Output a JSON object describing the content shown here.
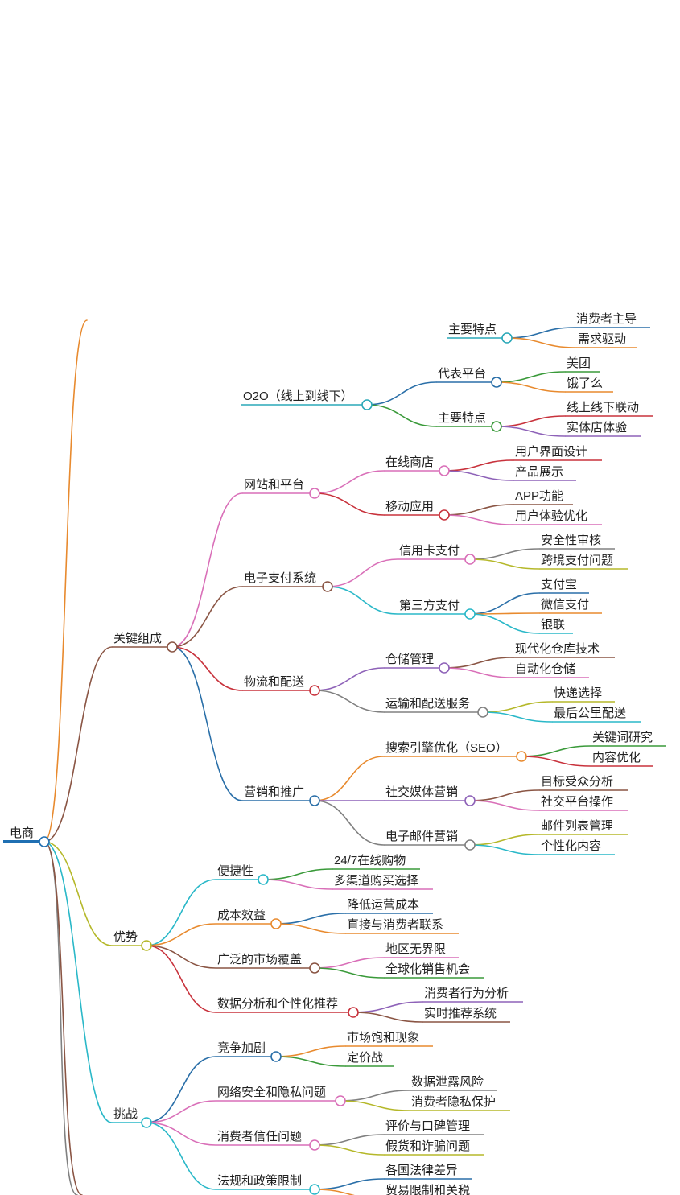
{
  "mindmap": {
    "root": {
      "id": "n_root",
      "label": "电商",
      "color": "#1f6fb2"
    },
    "branches": [
      {
        "id": "b_models",
        "label": "",
        "color": "#e88a2e",
        "children": [
          {
            "id": "b_b2c",
            "label": "",
            "color": "#2aa8b8",
            "children": [
              {
                "id": "n_b2c_feat",
                "label": "主要特点",
                "color": "#2aa8b8",
                "children": [
                  {
                    "id": "n_b2c_f1",
                    "label": "消费者主导",
                    "color": "#2a6fa8"
                  },
                  {
                    "id": "n_b2c_f2",
                    "label": "需求驱动",
                    "color": "#e88a2e"
                  }
                ]
              }
            ]
          },
          {
            "id": "n_o2o",
            "label": "O2O（线上到线下）",
            "color": "#2aa8b8",
            "children": [
              {
                "id": "n_o2o_plat",
                "label": "代表平台",
                "color": "#2a6fa8",
                "children": [
                  {
                    "id": "n_o2o_p1",
                    "label": "美团",
                    "color": "#3a9a3a"
                  },
                  {
                    "id": "n_o2o_p2",
                    "label": "饿了么",
                    "color": "#e88a2e"
                  }
                ]
              },
              {
                "id": "n_o2o_feat",
                "label": "主要特点",
                "color": "#3a9a3a",
                "children": [
                  {
                    "id": "n_o2o_f1",
                    "label": "线上线下联动",
                    "color": "#c8323c"
                  },
                  {
                    "id": "n_o2o_f2",
                    "label": "实体店体验",
                    "color": "#8e62b8"
                  }
                ]
              }
            ]
          }
        ]
      },
      {
        "id": "n_key",
        "label": "关键组成",
        "color": "#8a5544",
        "children": [
          {
            "id": "n_web",
            "label": "网站和平台",
            "color": "#d96fb8",
            "children": [
              {
                "id": "n_store",
                "label": "在线商店",
                "color": "#d96fb8",
                "children": [
                  {
                    "id": "n_store1",
                    "label": "用户界面设计",
                    "color": "#c8323c"
                  },
                  {
                    "id": "n_store2",
                    "label": "产品展示",
                    "color": "#8e62b8"
                  }
                ]
              },
              {
                "id": "n_mobile",
                "label": "移动应用",
                "color": "#c8323c",
                "children": [
                  {
                    "id": "n_mobile1",
                    "label": "APP功能",
                    "color": "#8a5544"
                  },
                  {
                    "id": "n_mobile2",
                    "label": "用户体验优化",
                    "color": "#d96fb8"
                  }
                ]
              }
            ]
          },
          {
            "id": "n_pay",
            "label": "电子支付系统",
            "color": "#8a5544",
            "children": [
              {
                "id": "n_card",
                "label": "信用卡支付",
                "color": "#d96fb8",
                "children": [
                  {
                    "id": "n_card1",
                    "label": "安全性审核",
                    "color": "#808080"
                  },
                  {
                    "id": "n_card2",
                    "label": "跨境支付问题",
                    "color": "#b5b82a"
                  }
                ]
              },
              {
                "id": "n_third",
                "label": "第三方支付",
                "color": "#2ab8c8",
                "children": [
                  {
                    "id": "n_third1",
                    "label": "支付宝",
                    "color": "#2a6fa8"
                  },
                  {
                    "id": "n_third2",
                    "label": "微信支付",
                    "color": "#e88a2e"
                  },
                  {
                    "id": "n_third3",
                    "label": "银联",
                    "color": "#2ab8c8"
                  }
                ]
              }
            ]
          },
          {
            "id": "n_logi",
            "label": "物流和配送",
            "color": "#c8323c",
            "children": [
              {
                "id": "n_ware",
                "label": "仓储管理",
                "color": "#8e62b8",
                "children": [
                  {
                    "id": "n_ware1",
                    "label": "现代化仓库技术",
                    "color": "#8a5544"
                  },
                  {
                    "id": "n_ware2",
                    "label": "自动化仓储",
                    "color": "#d96fb8"
                  }
                ]
              },
              {
                "id": "n_trans",
                "label": "运输和配送服务",
                "color": "#808080",
                "children": [
                  {
                    "id": "n_trans1",
                    "label": "快递选择",
                    "color": "#b5b82a"
                  },
                  {
                    "id": "n_trans2",
                    "label": "最后公里配送",
                    "color": "#2ab8c8"
                  }
                ]
              }
            ]
          },
          {
            "id": "n_mkt",
            "label": "营销和推广",
            "color": "#2a6fa8",
            "children": [
              {
                "id": "n_seo",
                "label": "搜索引擎优化（SEO）",
                "color": "#e88a2e",
                "children": [
                  {
                    "id": "n_seo1",
                    "label": "关键词研究",
                    "color": "#3a9a3a"
                  },
                  {
                    "id": "n_seo2",
                    "label": "内容优化",
                    "color": "#c8323c"
                  }
                ]
              },
              {
                "id": "n_social",
                "label": "社交媒体营销",
                "color": "#8e62b8",
                "children": [
                  {
                    "id": "n_social1",
                    "label": "目标受众分析",
                    "color": "#8a5544"
                  },
                  {
                    "id": "n_social2",
                    "label": "社交平台操作",
                    "color": "#d96fb8"
                  }
                ]
              },
              {
                "id": "n_email",
                "label": "电子邮件营销",
                "color": "#808080",
                "children": [
                  {
                    "id": "n_email1",
                    "label": "邮件列表管理",
                    "color": "#b5b82a"
                  },
                  {
                    "id": "n_email2",
                    "label": "个性化内容",
                    "color": "#2ab8c8"
                  }
                ]
              }
            ]
          }
        ]
      },
      {
        "id": "n_adv",
        "label": "优势",
        "color": "#b5b82a",
        "children": [
          {
            "id": "n_conv",
            "label": "便捷性",
            "color": "#2ab8c8",
            "children": [
              {
                "id": "n_conv1",
                "label": "24/7在线购物",
                "color": "#3a9a3a"
              },
              {
                "id": "n_conv2",
                "label": "多渠道购买选择",
                "color": "#d96fb8"
              }
            ]
          },
          {
            "id": "n_cost",
            "label": "成本效益",
            "color": "#e88a2e",
            "children": [
              {
                "id": "n_cost1",
                "label": "降低运营成本",
                "color": "#2a6fa8"
              },
              {
                "id": "n_cost2",
                "label": "直接与消费者联系",
                "color": "#e88a2e"
              }
            ]
          },
          {
            "id": "n_cover",
            "label": "广泛的市场覆盖",
            "color": "#8a5544",
            "children": [
              {
                "id": "n_cover1",
                "label": "地区无界限",
                "color": "#d96fb8"
              },
              {
                "id": "n_cover2",
                "label": "全球化销售机会",
                "color": "#3a9a3a"
              }
            ]
          },
          {
            "id": "n_data",
            "label": "数据分析和个性化推荐",
            "color": "#c8323c",
            "children": [
              {
                "id": "n_data1",
                "label": "消费者行为分析",
                "color": "#8e62b8"
              },
              {
                "id": "n_data2",
                "label": "实时推荐系统",
                "color": "#8a5544"
              }
            ]
          }
        ]
      },
      {
        "id": "n_chal",
        "label": "挑战",
        "color": "#2ab8c8",
        "children": [
          {
            "id": "n_comp",
            "label": "竞争加剧",
            "color": "#2a6fa8",
            "children": [
              {
                "id": "n_comp1",
                "label": "市场饱和现象",
                "color": "#e88a2e"
              },
              {
                "id": "n_comp2",
                "label": "定价战",
                "color": "#3a9a3a"
              }
            ]
          },
          {
            "id": "n_sec",
            "label": "网络安全和隐私问题",
            "color": "#d96fb8",
            "children": [
              {
                "id": "n_sec1",
                "label": "数据泄露风险",
                "color": "#808080"
              },
              {
                "id": "n_sec2",
                "label": "消费者隐私保护",
                "color": "#b5b82a"
              }
            ]
          },
          {
            "id": "n_trust",
            "label": "消费者信任问题",
            "color": "#d96fb8",
            "children": [
              {
                "id": "n_trust1",
                "label": "评价与口碑管理",
                "color": "#808080"
              },
              {
                "id": "n_trust2",
                "label": "假货和诈骗问题",
                "color": "#b5b82a"
              }
            ]
          },
          {
            "id": "n_law",
            "label": "法规和政策限制",
            "color": "#2ab8c8",
            "children": [
              {
                "id": "n_law1",
                "label": "各国法律差异",
                "color": "#2a6fa8"
              },
              {
                "id": "n_law2",
                "label": "贸易限制和关税",
                "color": "#e88a2e"
              }
            ]
          }
        ]
      },
      {
        "id": "b_more1",
        "label": "",
        "color": "#808080",
        "children": []
      },
      {
        "id": "b_more2",
        "label": "",
        "color": "#8a5544",
        "children": []
      }
    ]
  }
}
